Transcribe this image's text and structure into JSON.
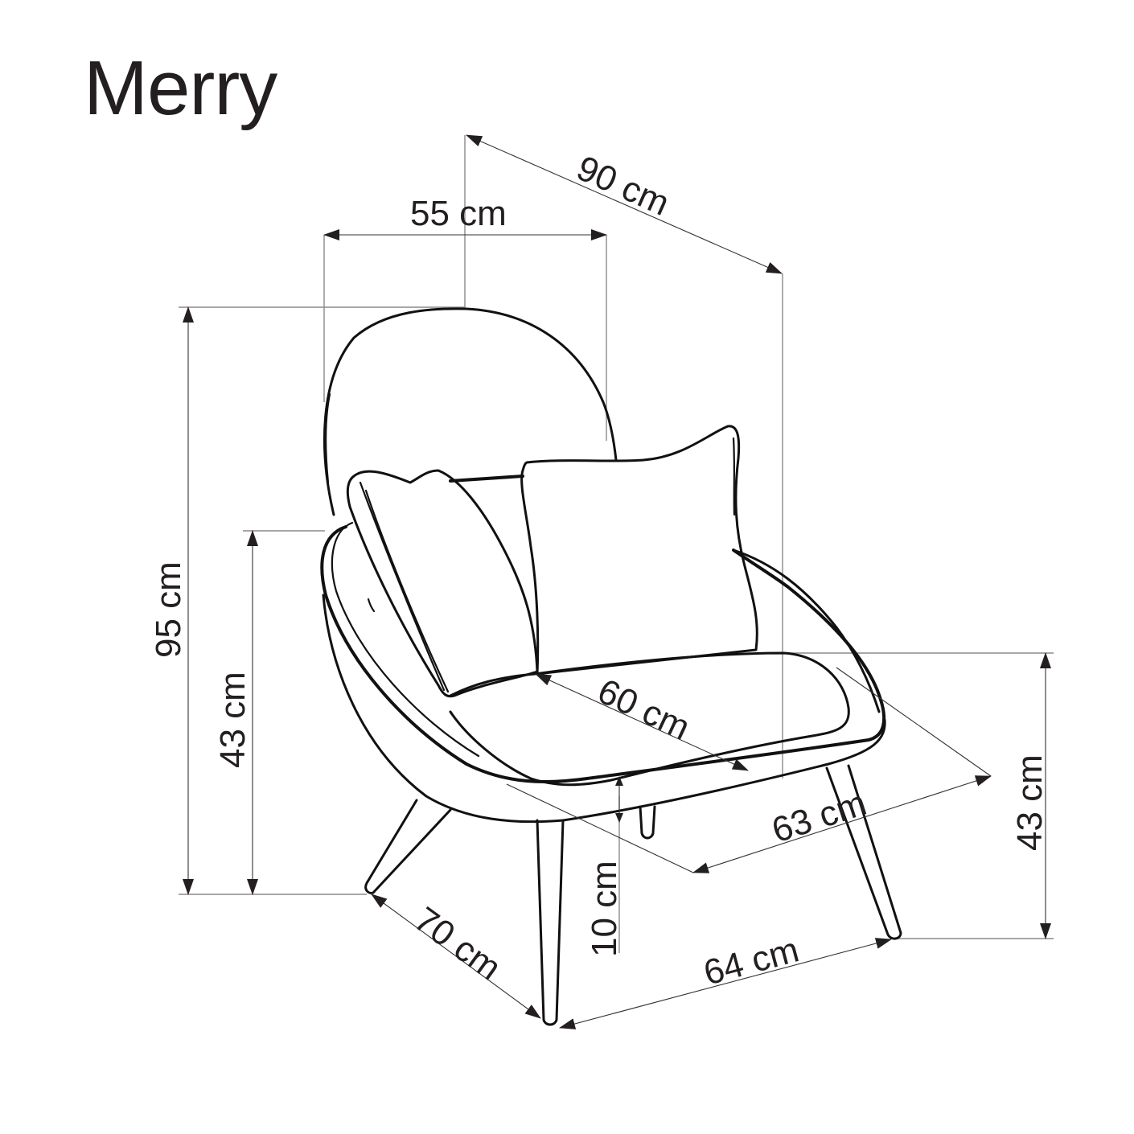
{
  "product": {
    "name": "Merry"
  },
  "dimensions": {
    "overall_depth_diag": "90 cm",
    "backrest_width": "55 cm",
    "overall_height": "95 cm",
    "armrest_height": "43 cm",
    "seat_depth": "60 cm",
    "seat_width": "63 cm",
    "seat_height": "43 cm",
    "seat_thickness": "10 cm",
    "leg_span_depth": "70 cm",
    "leg_span_width": "64 cm"
  },
  "colors": {
    "line": "#111111",
    "text": "#231f20",
    "extension_line": "#8a8a8a",
    "background": "#ffffff"
  }
}
